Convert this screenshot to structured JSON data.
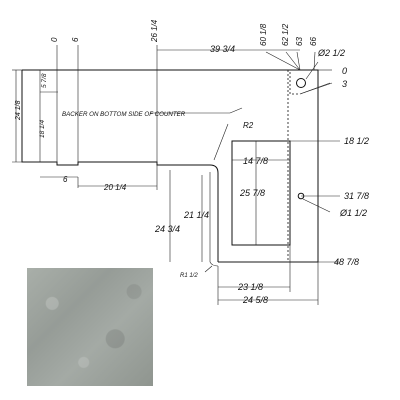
{
  "drawing": {
    "dims": {
      "top_0": "0",
      "top_6": "6",
      "top_26_1_4": "26 1/4",
      "top_39_3_4": "39 3/4",
      "top_60_1_8": "60 1/8",
      "top_62_1_2": "62 1/2",
      "top_63": "63",
      "top_66": "66",
      "hole_top": "Ø2 1/2",
      "right_0": "0",
      "right_3": "3",
      "right_18_1_2": "18 1/2",
      "right_31_7_8": "31 7/8",
      "hole_bottom": "Ø1 1/2",
      "right_48_7_8": "48 7/8",
      "left_5_7_8": "5 7/8",
      "left_24_1_8": "24 1/8",
      "left_18_1_4": "18 1/4",
      "bottom_6": "6",
      "bottom_20_1_4": "20 1/4",
      "r2": "R2",
      "w_14_7_8": "14 7/8",
      "h_25_7_8": "25 7/8",
      "h_21_1_4": "21 1/4",
      "h_24_3_4": "24 3/4",
      "r1_2": "R1 1/2",
      "b_23_1_8": "23 1/8",
      "b_24_5_8": "24 5/8"
    },
    "note": "BACKER ON BOTTOM SIDE OF COUNTER"
  },
  "swatch": {
    "label": ""
  }
}
